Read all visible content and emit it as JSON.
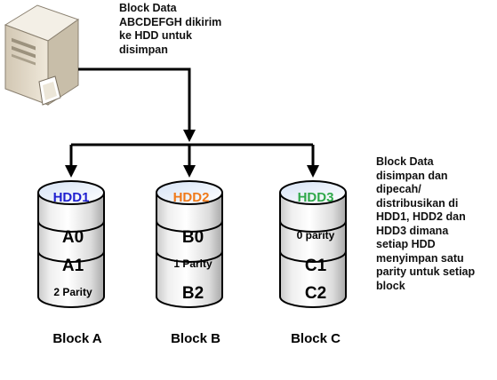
{
  "top_note": "Block Data\nABCDEFGH dikirim\nke HDD untuk\ndisimpan",
  "side_note": "Block Data\ndisimpan dan\ndipecah/\ndistribusikan di\nHDD1, HDD2 dan\nHDD3 dimana\nsetiap HDD\nmenyimpan satu\nparity untuk setiap\nblock",
  "disks": [
    {
      "label": "HDD1",
      "color": "#1f1fd0",
      "segments": [
        "A0",
        "A1",
        "2 Parity"
      ],
      "block": "Block A"
    },
    {
      "label": "HDD2",
      "color": "#f07a1a",
      "segments": [
        "B0",
        "1 Parity",
        "B2"
      ],
      "block": "Block B"
    },
    {
      "label": "HDD3",
      "color": "#2fa84a",
      "segments": [
        "0 parity",
        "C1",
        "C2"
      ],
      "block": "Block C"
    }
  ],
  "icons": {
    "computer": "desktop-computer-icon"
  }
}
